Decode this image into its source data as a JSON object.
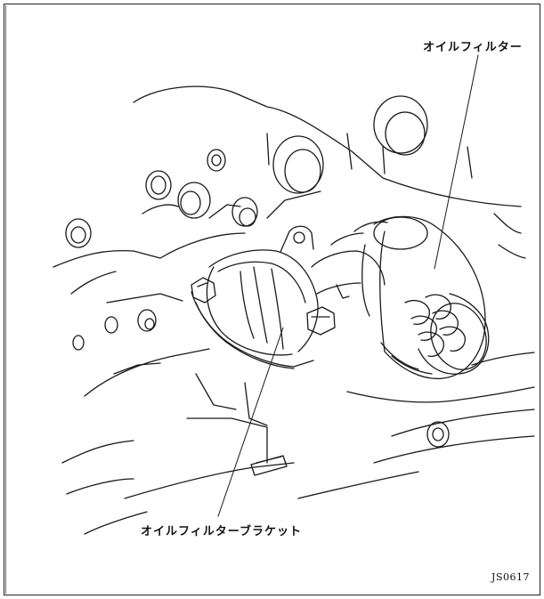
{
  "labels": {
    "oil_filter": "オイルフィルター",
    "oil_filter_bracket": "オイルフィルターブラケット"
  },
  "figure_code": "JS0617",
  "colors": {
    "line": "#1a1a1a",
    "background": "#ffffff"
  }
}
